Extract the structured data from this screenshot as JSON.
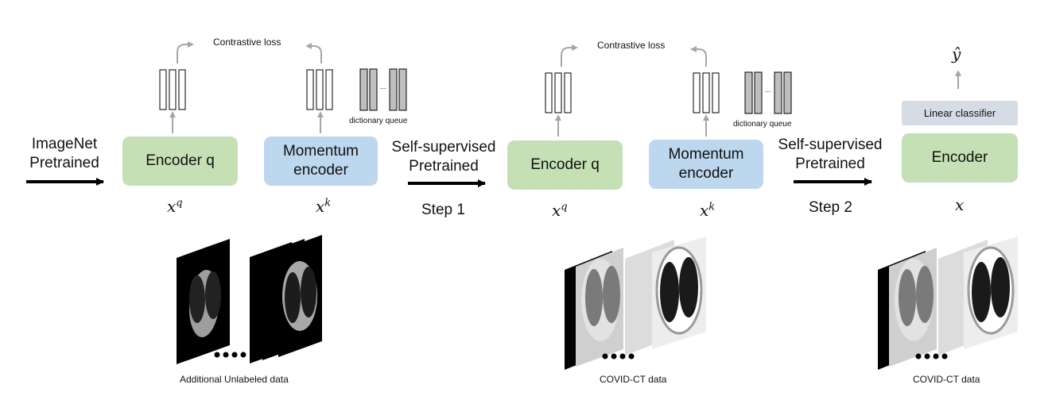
{
  "left_label": {
    "line1": "ImageNet",
    "line2": "Pretrained"
  },
  "mid_label": {
    "line1": "Self-supervised",
    "line2": "Pretrained",
    "step": "Step 1"
  },
  "right_label": {
    "line1": "Self-supervised",
    "line2": "Pretrained",
    "step": "Step 2"
  },
  "stage1": {
    "loss": "Contrastive loss",
    "encoder_q": "Encoder q",
    "momentum_line1": "Momentum",
    "momentum_line2": "encoder",
    "queue": "dictionary queue",
    "ellipsis": "...",
    "xq_base": "x",
    "xq_sup": "q",
    "xk_base": "x",
    "xk_sup": "k",
    "data_caption": "Additional Unlabeled data"
  },
  "stage2": {
    "loss": "Contrastive loss",
    "encoder_q": "Encoder q",
    "momentum_line1": "Momentum",
    "momentum_line2": "encoder",
    "queue": "dictionary queue",
    "ellipsis": "...",
    "xq_base": "x",
    "xq_sup": "q",
    "xk_base": "x",
    "xk_sup": "k",
    "data_caption": "COVID-CT data"
  },
  "stage3": {
    "yhat": "ŷ",
    "classifier": "Linear classifier",
    "encoder": "Encoder",
    "x": "x",
    "data_caption": "COVID-CT data"
  },
  "colors": {
    "green": "#c5e0b4",
    "blue": "#bdd7ee",
    "gray": "#d6dce5",
    "arrow": "#a6a6a6"
  },
  "icons": [
    "feature-vector-icon",
    "ct-slice-stack-icon",
    "ellipsis-dots-icon"
  ]
}
